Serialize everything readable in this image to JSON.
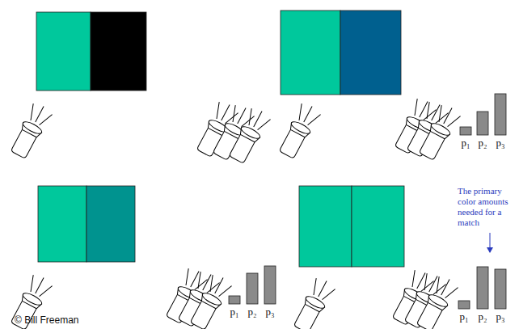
{
  "diagram": {
    "labels": [
      "p₁",
      "p₂",
      "p₃",
      "p₁",
      "p₂",
      "p₃",
      "The primary color amounts needed for a match",
      "p₁",
      "p₂",
      "p₃",
      "© Bill Freeman"
    ]
  }
}
